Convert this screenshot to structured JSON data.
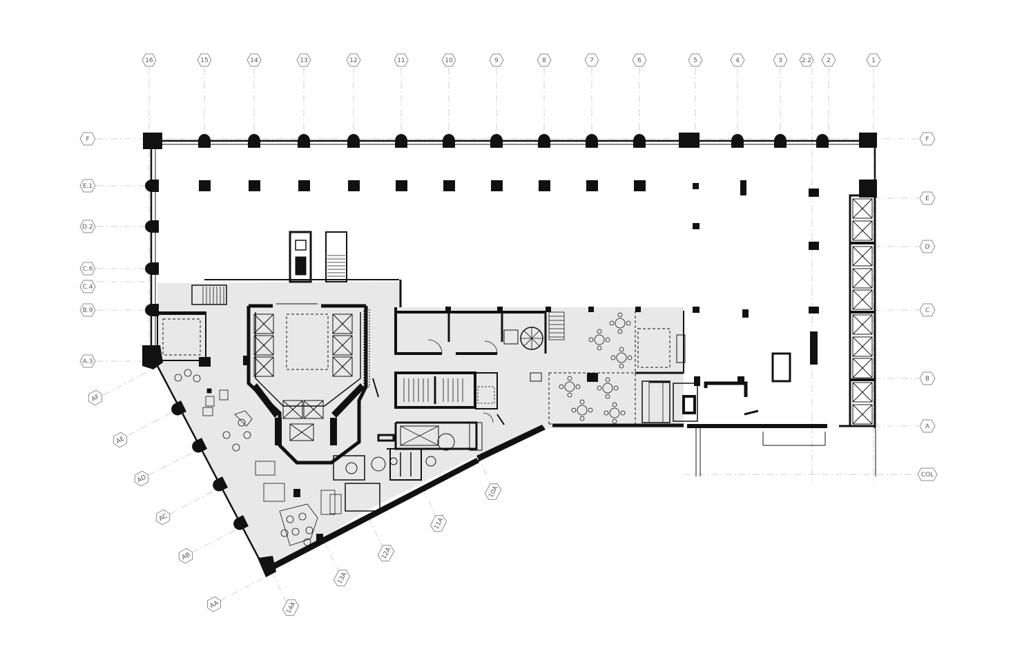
{
  "plan": {
    "top_gridlines": [
      "16",
      "15",
      "14",
      "13",
      "12",
      "11",
      "10",
      "9",
      "8",
      "7",
      "6",
      "5",
      "4",
      "3",
      "2.2",
      "2",
      "1"
    ],
    "left_gridlines": [
      "F",
      "E.1",
      "D.2",
      "C.6",
      "C.4",
      "B.9",
      "A.3"
    ],
    "right_gridlines": [
      "F",
      "E",
      "D",
      "C",
      "B",
      "A",
      "COL"
    ],
    "diagonal_gridlines_left": [
      "AF",
      "AE",
      "AD",
      "AC",
      "AB",
      "AA"
    ],
    "diagonal_gridlines_bottom": [
      "14A",
      "13A",
      "12A",
      "11A",
      "10A"
    ],
    "colors": {
      "wall": "#111111",
      "fill_area": "#e6e6e6",
      "gridline": "#c8c8c8",
      "tag_stroke": "#8a8a8a",
      "tag_text": "#555555"
    }
  }
}
